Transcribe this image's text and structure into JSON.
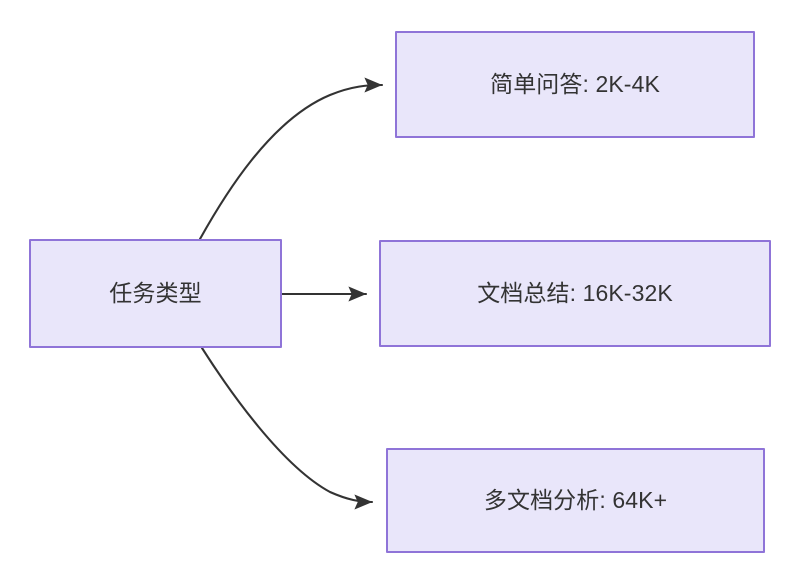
{
  "diagram": {
    "type": "flowchart",
    "direction": "left-to-right",
    "background_color": "#ffffff",
    "node_fill_color": "#e9e6fa",
    "node_border_color": "#8f74d8",
    "node_text_color": "#333333",
    "edge_color": "#333333",
    "nodes": [
      {
        "id": "source",
        "label": "任务类型"
      },
      {
        "id": "simple",
        "label": "简单问答: 2K-4K"
      },
      {
        "id": "summary",
        "label": "文档总结: 16K-32K"
      },
      {
        "id": "multidoc",
        "label": "多文档分析: 64K+"
      }
    ],
    "edges": [
      {
        "id": "edge-source-simple",
        "from": "source",
        "to": "simple",
        "label": "",
        "style": "curved",
        "arrowhead": "filled-triangle"
      },
      {
        "id": "edge-source-summary",
        "from": "source",
        "to": "summary",
        "label": "",
        "style": "straight",
        "arrowhead": "filled-triangle"
      },
      {
        "id": "edge-source-multidoc",
        "from": "source",
        "to": "multidoc",
        "label": "",
        "style": "curved",
        "arrowhead": "filled-triangle"
      }
    ]
  }
}
